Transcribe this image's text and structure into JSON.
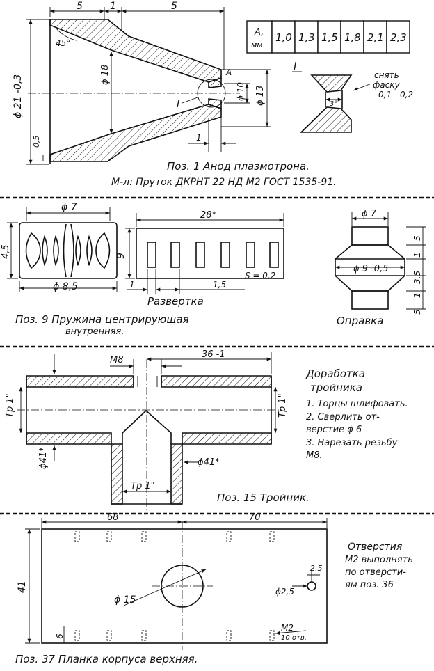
{
  "part1": {
    "dim_top_left": "5",
    "dim_top_mid": "1",
    "dim_top_right": "5",
    "angle": "45°",
    "dia_outer": "ϕ 21 -0,3",
    "dia_18": "ϕ 18",
    "dia_10": "ϕ 10",
    "dia_13": "ϕ 13",
    "dim_05": "0,5",
    "dim_1": "1",
    "label_A": "A",
    "section_mark": "I",
    "table_header_line1": "A,",
    "table_header_line2": "мм",
    "table_values": [
      "1,0",
      "1,3",
      "1,5",
      "1,8",
      "2,1",
      "2,3"
    ],
    "detail_mark": "I",
    "chamfer_note_line1": "снять",
    "chamfer_note_line2": "фаску",
    "chamfer_note_line3": "0,1 - 0,2",
    "chamfer_dim": "3°",
    "caption_title": "Поз. 1   Анод плазмотрона.",
    "caption_material": "М-л: Пруток ДКРНТ 22 НД М2 ГОСТ 1535-91."
  },
  "part9": {
    "dim_top": "ϕ 7",
    "dim_left": "4,5",
    "dim_bottom": "ϕ 8,5",
    "strip_dim_top": "28*",
    "strip_dim_left": "9",
    "strip_dim_1": "1",
    "strip_dim_15": "1,5",
    "strip_thickness": "S = 0,2",
    "strip_caption": "Развертка",
    "caption_line1": "Поз. 9  Пружина центрирующая",
    "caption_line2": "внутренняя.",
    "mandrel_dim_top": "ϕ 7",
    "mandrel_dim_mid": "ϕ 9 -0,5",
    "mandrel_right_dims": [
      "5",
      "1",
      "3,5",
      "1",
      "5"
    ],
    "mandrel_caption": "Оправка"
  },
  "part15": {
    "dim_m8": "М8",
    "dim_36": "36 -1",
    "thread_left": "Тр 1\"",
    "thread_right": "Тр 1\"",
    "thread_bottom": "Тр 1\"",
    "dia_left": "ϕ41*",
    "dia_right": "ϕ41*",
    "notes_title_line1": "Доработка",
    "notes_title_line2": "тройника",
    "notes": [
      "1. Торцы шлифовать.",
      "2. Сверлить от-",
      "    верстие ϕ 6",
      "3. Нарезать резьбу",
      "    М8."
    ],
    "caption": "Поз. 15   Тройник."
  },
  "part37": {
    "dim_68": "68",
    "dim_70": "70",
    "dim_41": "41",
    "dim_6": "6",
    "dia_15": "ϕ 15",
    "dia_25": "ϕ2,5",
    "dim_25": "2,5",
    "m2_line1": "М2",
    "m2_line2": "10 отв.",
    "note_lines": [
      "Отверстия",
      "М2 выполнять",
      "по отверсти-",
      "ям поз. 36"
    ],
    "caption": "Поз. 37   Планка корпуса верхняя."
  }
}
